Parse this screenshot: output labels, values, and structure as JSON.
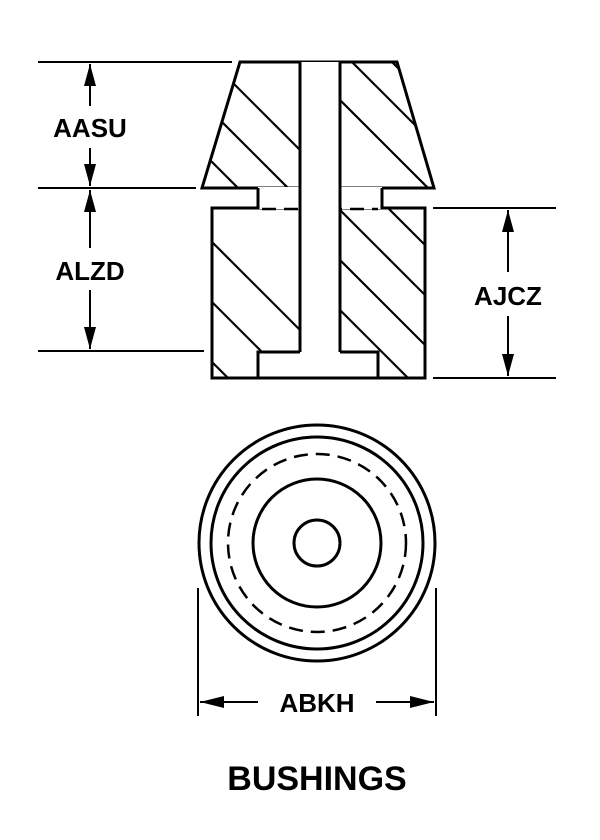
{
  "diagram": {
    "title": "BUSHINGS",
    "dimensions": {
      "top_height": "AASU",
      "lower_height": "ALZD",
      "body_height": "AJCZ",
      "outer_diameter": "ABKH"
    },
    "colors": {
      "ink": "#000000",
      "paper": "#ffffff"
    }
  }
}
